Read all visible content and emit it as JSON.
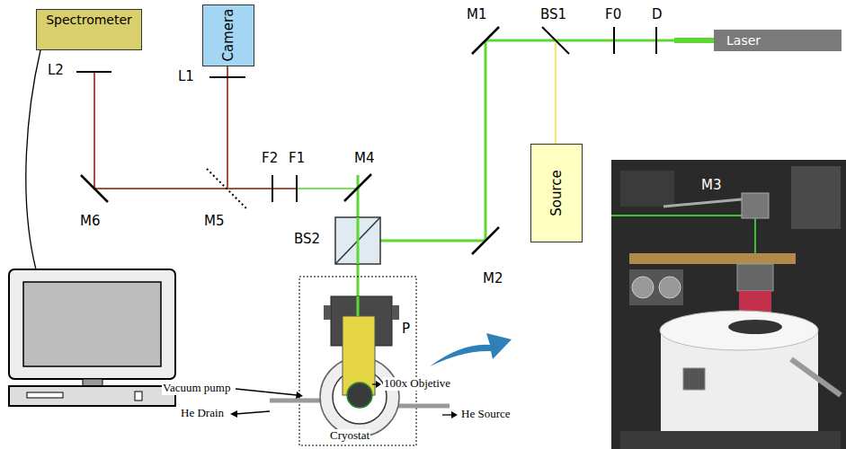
{
  "diagram": {
    "nodes": [
      {
        "text": [
          "Spectrometer"
        ]
      },
      {
        "text": [
          "Camera"
        ]
      },
      {
        "text": [
          "Laser"
        ]
      },
      {
        "text": [
          "Source"
        ]
      }
    ],
    "labels": [
      "L2",
      "L1",
      "M1",
      "BS1",
      "F0",
      "D",
      "F2",
      "F1",
      "M4",
      "M6",
      "M5",
      "BS2",
      "M2",
      "P",
      "100x Objetive",
      "Vacuum pump",
      "He Drain",
      "He Source",
      "Cryostat",
      "M3"
    ]
  }
}
